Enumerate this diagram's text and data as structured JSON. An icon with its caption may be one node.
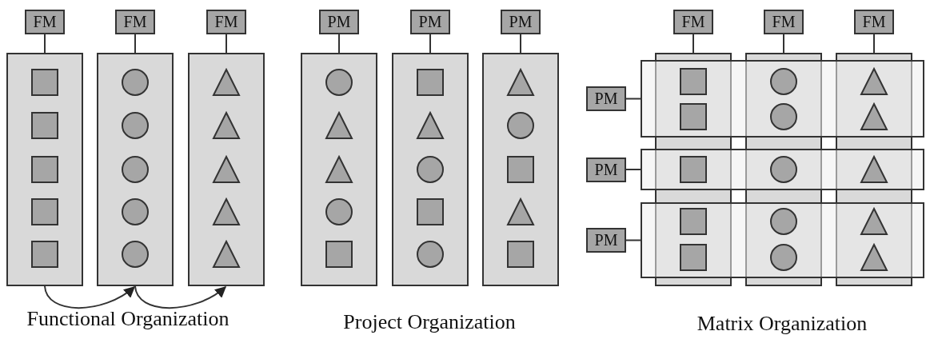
{
  "diagram": {
    "nodes": [
      {
        "text": [
          "FM"
        ]
      },
      {
        "text": [
          "FM"
        ]
      },
      {
        "text": [
          "FM"
        ]
      },
      {
        "text": [],
        "shape": "box"
      },
      {
        "text": [],
        "shape": "square",
        "in": 3
      },
      {
        "text": [],
        "shape": "square",
        "in": 3
      },
      {
        "text": [],
        "shape": "square",
        "in": 3
      },
      {
        "text": [],
        "shape": "square",
        "in": 3
      },
      {
        "text": [],
        "shape": "square",
        "in": 3
      },
      {
        "text": [],
        "shape": "box"
      },
      {
        "text": [],
        "shape": "circle",
        "in": 9
      },
      {
        "text": [],
        "shape": "circle",
        "in": 9
      },
      {
        "text": [],
        "shape": "circle",
        "in": 9
      },
      {
        "text": [],
        "shape": "circle",
        "in": 9
      },
      {
        "text": [],
        "shape": "circle",
        "in": 9
      },
      {
        "text": [],
        "shape": "box"
      },
      {
        "text": [],
        "shape": "triangle",
        "in": 15
      },
      {
        "text": [],
        "shape": "triangle",
        "in": 15
      },
      {
        "text": [],
        "shape": "triangle",
        "in": 15
      },
      {
        "text": [],
        "shape": "triangle",
        "in": 15
      },
      {
        "text": [],
        "shape": "triangle",
        "in": 15
      },
      {
        "text": [
          "PM"
        ]
      },
      {
        "text": [
          "PM"
        ]
      },
      {
        "text": [
          "PM"
        ]
      },
      {
        "text": [],
        "shape": "box"
      },
      {
        "text": [],
        "shape": "circle",
        "in": 24
      },
      {
        "text": [],
        "shape": "triangle",
        "in": 24
      },
      {
        "text": [],
        "shape": "triangle",
        "in": 24
      },
      {
        "text": [],
        "shape": "circle",
        "in": 24
      },
      {
        "text": [],
        "shape": "square",
        "in": 24
      },
      {
        "text": [],
        "shape": "box"
      },
      {
        "text": [],
        "shape": "square",
        "in": 30
      },
      {
        "text": [],
        "shape": "triangle",
        "in": 30
      },
      {
        "text": [],
        "shape": "circle",
        "in": 30
      },
      {
        "text": [],
        "shape": "square",
        "in": 30
      },
      {
        "text": [],
        "shape": "circle",
        "in": 30
      },
      {
        "text": [],
        "shape": "box"
      },
      {
        "text": [],
        "shape": "triangle",
        "in": 36
      },
      {
        "text": [],
        "shape": "circle",
        "in": 36
      },
      {
        "text": [],
        "shape": "square",
        "in": 36
      },
      {
        "text": [],
        "shape": "triangle",
        "in": 36
      },
      {
        "text": [],
        "shape": "square",
        "in": 36
      },
      {
        "text": [
          "FM"
        ]
      },
      {
        "text": [
          "FM"
        ]
      },
      {
        "text": [
          "FM"
        ]
      },
      {
        "text": [],
        "shape": "box"
      },
      {
        "text": [],
        "shape": "box"
      },
      {
        "text": [],
        "shape": "box"
      },
      {
        "text": [
          "PM"
        ]
      },
      {
        "text": [],
        "shape": "box"
      },
      {
        "text": [
          "PM"
        ]
      },
      {
        "text": [],
        "shape": "box"
      },
      {
        "text": [
          "PM"
        ]
      },
      {
        "text": [],
        "shape": "box"
      },
      {
        "text": [],
        "shape": "square"
      },
      {
        "text": [],
        "shape": "circle"
      },
      {
        "text": [],
        "shape": "triangle"
      },
      {
        "text": [],
        "shape": "square"
      },
      {
        "text": [],
        "shape": "circle"
      },
      {
        "text": [],
        "shape": "triangle"
      },
      {
        "text": [],
        "shape": "square"
      },
      {
        "text": [],
        "shape": "circle"
      },
      {
        "text": [],
        "shape": "triangle"
      },
      {
        "text": [],
        "shape": "square"
      },
      {
        "text": [],
        "shape": "circle"
      },
      {
        "text": [],
        "shape": "triangle"
      },
      {
        "text": [],
        "shape": "square"
      },
      {
        "text": [],
        "shape": "circle"
      },
      {
        "text": [],
        "shape": "triangle"
      }
    ],
    "edges": [
      {
        "from": 0,
        "to": 3,
        "arrow": "none"
      },
      {
        "from": 1,
        "to": 9,
        "arrow": "none"
      },
      {
        "from": 2,
        "to": 15,
        "arrow": "none"
      },
      {
        "from": 3,
        "to": 9,
        "arrow": "to"
      },
      {
        "from": 9,
        "to": 15,
        "arrow": "to"
      },
      {
        "from": 21,
        "to": 24,
        "arrow": "none"
      },
      {
        "from": 22,
        "to": 30,
        "arrow": "none"
      },
      {
        "from": 23,
        "to": 36,
        "arrow": "none"
      },
      {
        "from": 42,
        "to": 45,
        "arrow": "none"
      },
      {
        "from": 43,
        "to": 46,
        "arrow": "none"
      },
      {
        "from": 44,
        "to": 47,
        "arrow": "none"
      },
      {
        "from": 48,
        "to": 49,
        "arrow": "none"
      },
      {
        "from": 50,
        "to": 51,
        "arrow": "none"
      },
      {
        "from": 52,
        "to": 53,
        "arrow": "none"
      }
    ],
    "labels": [
      "Functional Organization",
      "Project Organization",
      "Matrix Organization"
    ]
  }
}
